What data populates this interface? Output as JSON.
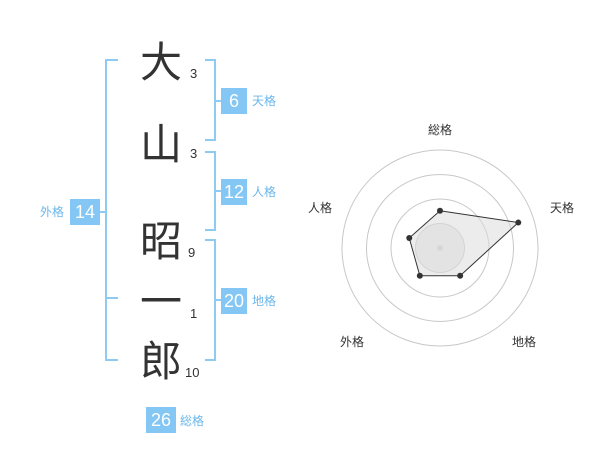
{
  "name": {
    "characters": [
      {
        "char": "大",
        "strokes": "3"
      },
      {
        "char": "山",
        "strokes": "3"
      },
      {
        "char": "昭",
        "strokes": "9"
      },
      {
        "char": "一",
        "strokes": "1"
      },
      {
        "char": "郎",
        "strokes": "10"
      }
    ]
  },
  "fortunes": {
    "tenkaku": {
      "value": "6",
      "label": "天格"
    },
    "jinkaku": {
      "value": "12",
      "label": "人格"
    },
    "chikaku": {
      "value": "20",
      "label": "地格"
    },
    "gaikaku": {
      "value": "14",
      "label": "外格"
    },
    "soukaku": {
      "value": "26",
      "label": "総格"
    }
  },
  "radar": {
    "axes": [
      "総格",
      "天格",
      "地格",
      "外格",
      "人格"
    ],
    "values": [
      0.38,
      0.84,
      0.35,
      0.35,
      0.33
    ],
    "max": 1
  },
  "colors": {
    "accent": "#84c6f4",
    "accent_text": "#6ab7ec",
    "bracket": "#8ecbf2",
    "text": "#333333",
    "grid": "#c8c8c8"
  }
}
